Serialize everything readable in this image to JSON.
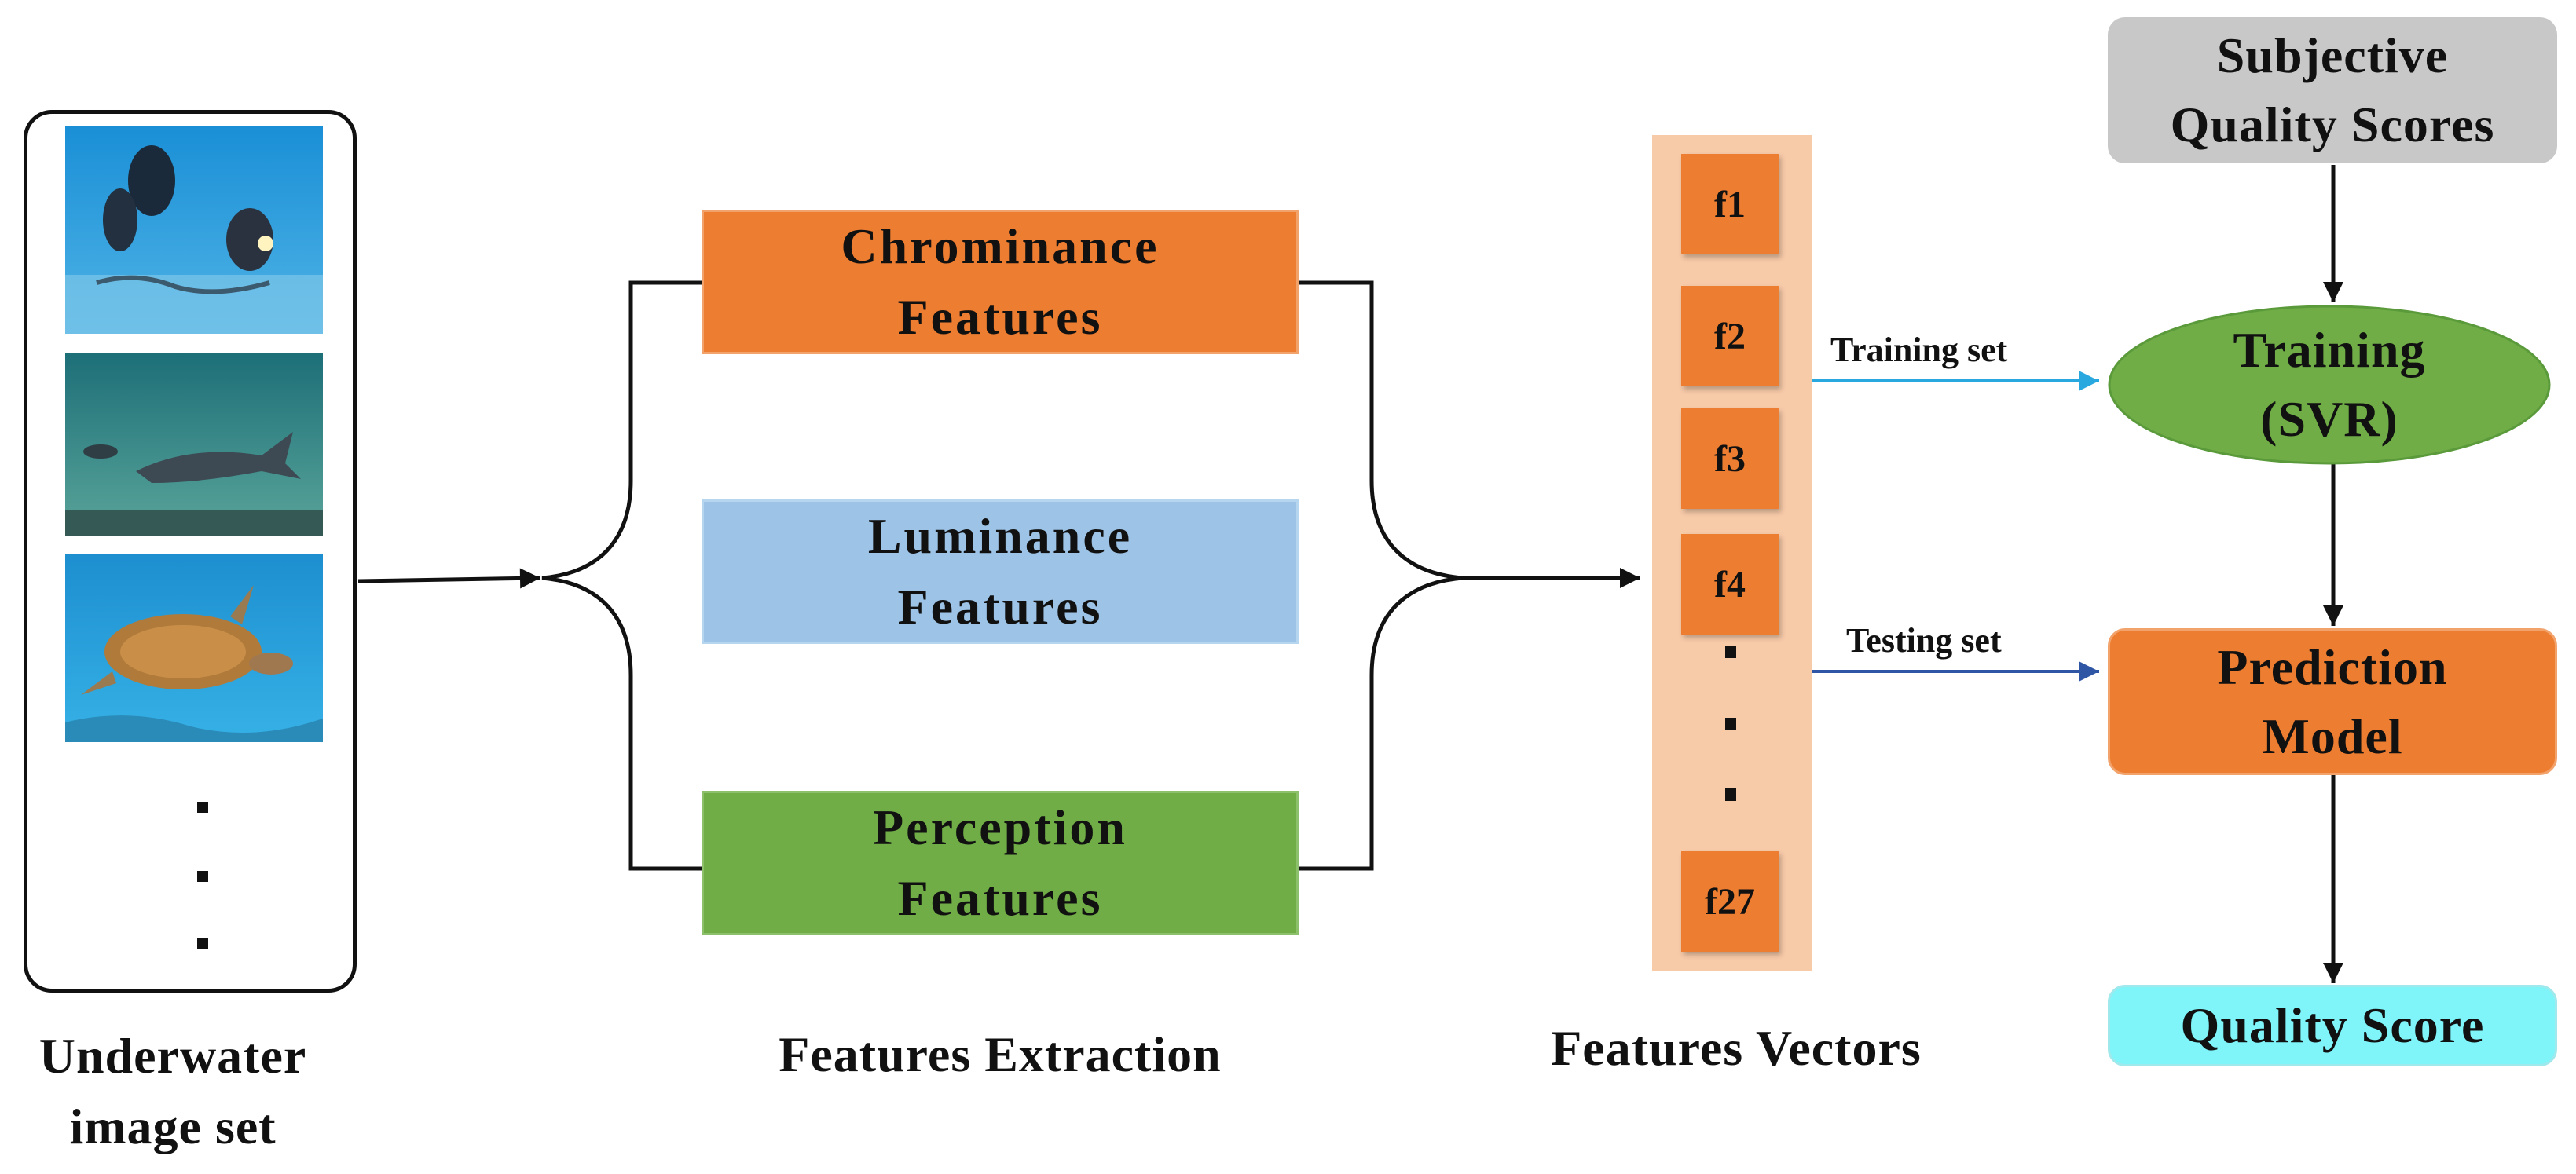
{
  "image_set": {
    "caption": [
      "Underwater",
      "image set"
    ],
    "photos": [
      "diver-photo",
      "shark-photo",
      "turtle-photo"
    ]
  },
  "features": {
    "chrominance": [
      "Chrominance",
      "Features"
    ],
    "luminance": [
      "Luminance",
      "Features"
    ],
    "perception": [
      "Perception",
      "Features"
    ],
    "caption": "Features Extraction"
  },
  "vectors": {
    "cells": [
      "f1",
      "f2",
      "f3",
      "f4",
      "f27"
    ],
    "caption": "Features Vectors"
  },
  "flow": {
    "training_set_label": "Training set",
    "testing_set_label": "Testing set",
    "subjective": [
      "Subjective",
      "Quality Scores"
    ],
    "training": [
      "Training",
      "(SVR)"
    ],
    "prediction": [
      "Prediction",
      "Model"
    ],
    "quality_score": "Quality Score"
  },
  "colors": {
    "chrominance_fill": "#ed7d31",
    "luminance_fill": "#9dc3e6",
    "perception_fill": "#70ad47",
    "vector_bg": "#f7caa8",
    "subjective_fill": "#c8c8c8",
    "training_fill": "#70ad47",
    "prediction_fill": "#ed7d31",
    "quality_fill": "#7ff5fa",
    "training_arrow": "#29a8e0",
    "testing_arrow": "#2f55a5"
  }
}
